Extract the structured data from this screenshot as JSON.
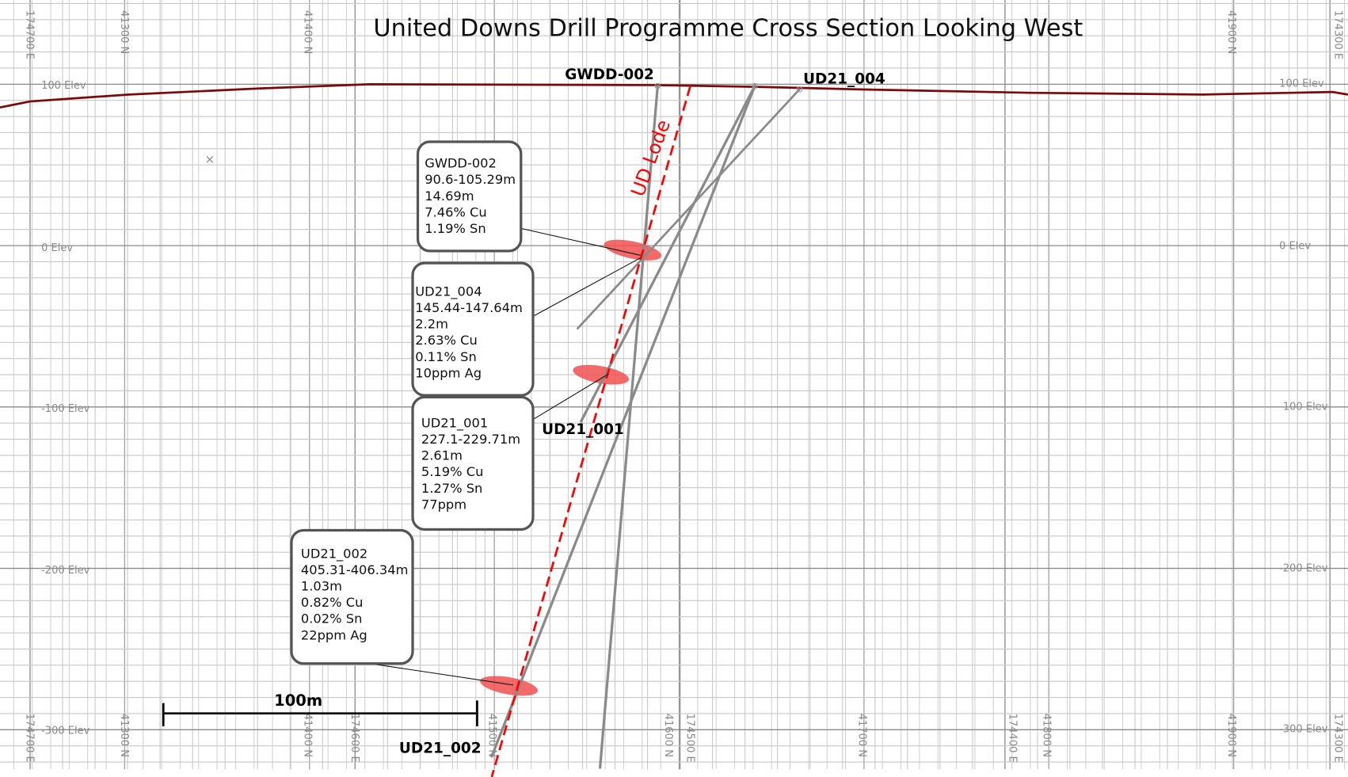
{
  "title": "United Downs Drill Programme Cross Section Looking West",
  "axes": {
    "easting_labels": [
      "174700 E",
      "174600 E",
      "174500 E",
      "174400 E",
      "174300 E"
    ],
    "northing_labels": [
      "41300 N",
      "41400 N",
      "41500 N",
      "41600 N",
      "41700 N",
      "41800 N",
      "41900 N"
    ],
    "elevation_labels": [
      "100 Elev",
      "0 Elev",
      "-100 Elev",
      "-200 Elev",
      "-300 Elev"
    ]
  },
  "holes": [
    {
      "name": "GWDD-002"
    },
    {
      "name": "UD21_004"
    },
    {
      "name": "UD21_001"
    },
    {
      "name": "UD21_002"
    }
  ],
  "lode_label": "UD Lode",
  "callouts": [
    {
      "lines": [
        "GWDD-002",
        "90.6-105.29m",
        "14.69m",
        "7.46% Cu",
        "1.19% Sn"
      ]
    },
    {
      "lines": [
        "UD21_004",
        "145.44-147.64m",
        "2.2m",
        "2.63% Cu",
        "0.11% Sn",
        "10ppm Ag"
      ]
    },
    {
      "lines": [
        "UD21_001",
        "227.1-229.71m",
        "2.61m",
        "5.19% Cu",
        "1.27% Sn",
        "77ppm"
      ]
    },
    {
      "lines": [
        "UD21_002",
        "405.31-406.34m",
        "1.03m",
        "0.82% Cu",
        "0.02% Sn",
        "22ppm Ag"
      ]
    }
  ],
  "scale_bar": {
    "label": "100m"
  },
  "colors": {
    "topography": "#7a0a0a",
    "lode": "#ff0000",
    "intercept": "#f05050",
    "trace": "#8a8a8a"
  }
}
